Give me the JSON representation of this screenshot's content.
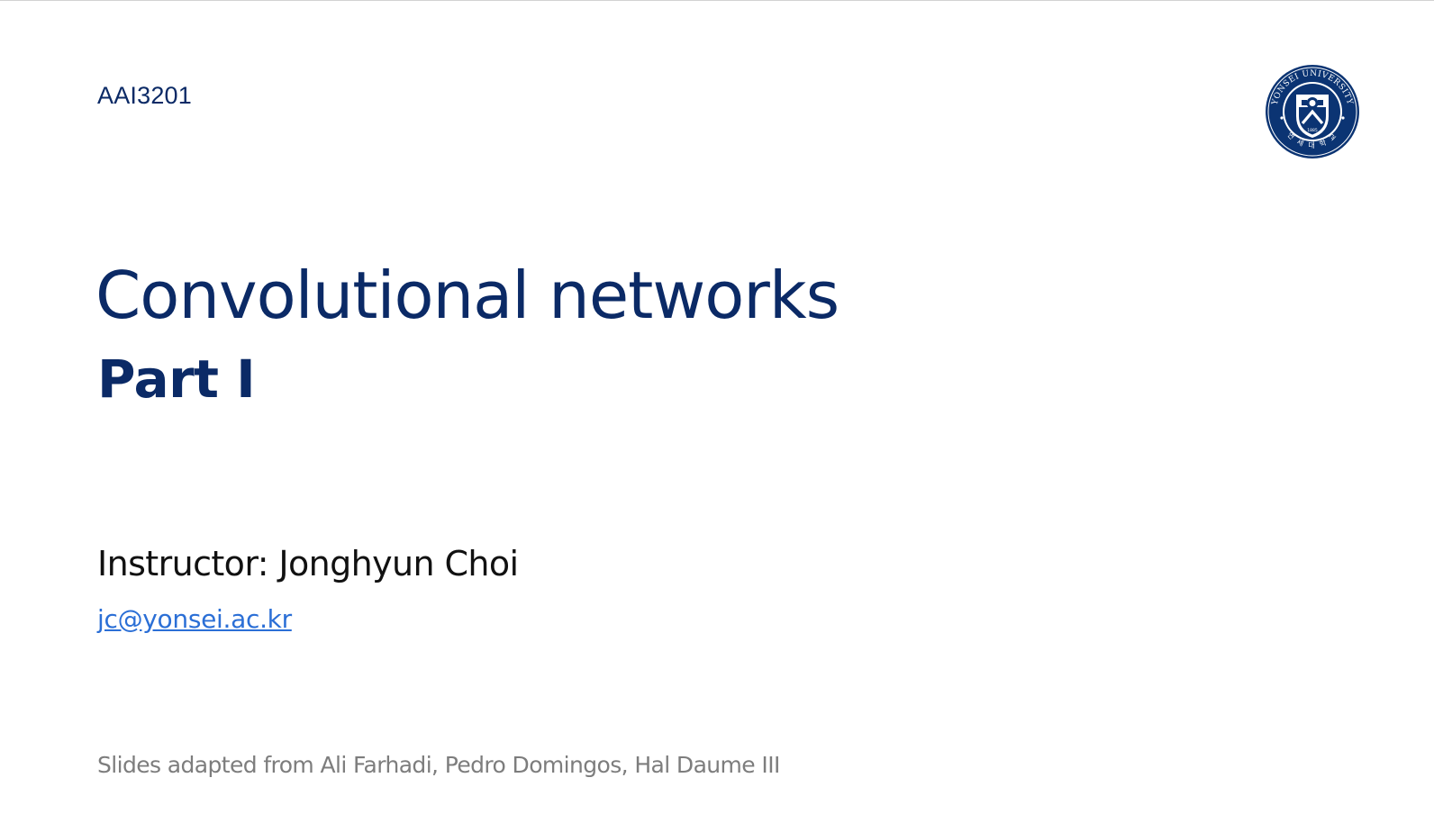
{
  "slide": {
    "course_code": "AAI3201",
    "title": "Convolutional networks",
    "subtitle": "Part I",
    "instructor": "Instructor: Jonghyun Choi",
    "email": "jc@yonsei.ac.kr",
    "credits": "Slides adapted from Ali Farhadi, Pedro Domingos, Hal Daume III"
  },
  "logo": {
    "name": "yonsei-university-seal",
    "ring_text": "YONSEI UNIVERSITY",
    "year": "1885",
    "korean_text": "연 세 대 학 교",
    "colors": {
      "navy": "#0b3473",
      "white": "#ffffff"
    }
  },
  "colors": {
    "title": "#0b2a66",
    "link": "#2b6fd6",
    "credits": "#7d7d7d",
    "background": "#ffffff"
  }
}
